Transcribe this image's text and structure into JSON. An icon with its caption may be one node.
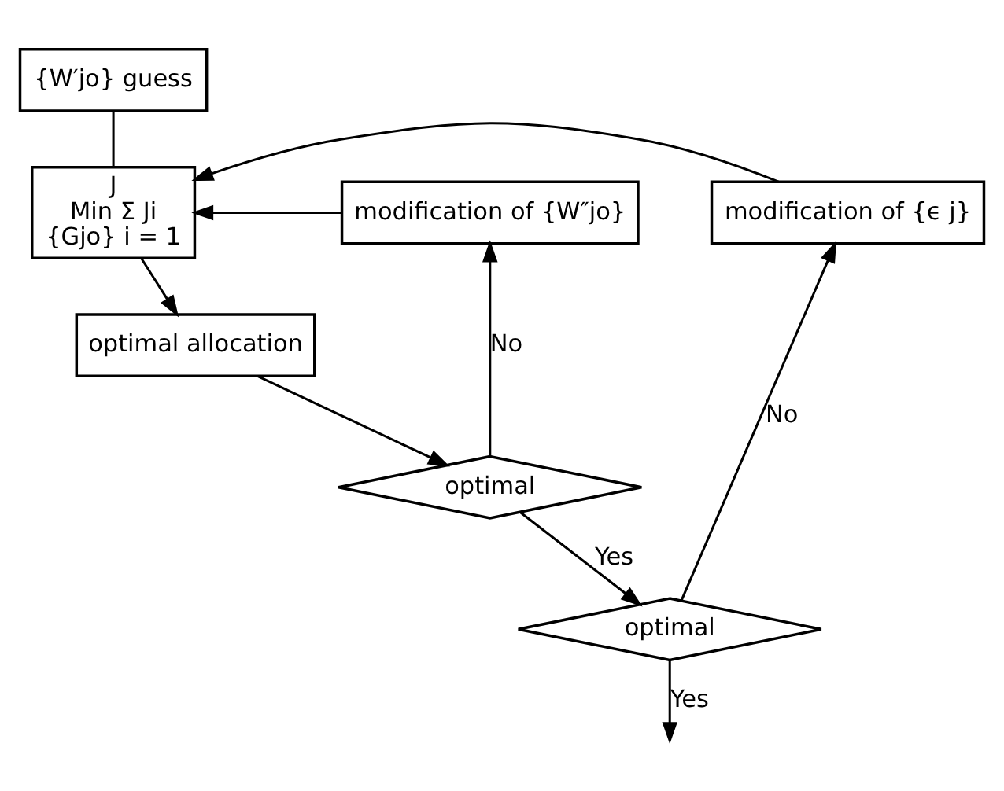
{
  "diagram": {
    "nodes": [
      {
        "text": [
          "{W′jo} guess"
        ]
      },
      {
        "text": [
          "J",
          "Min Σ Ji",
          "{Gjo} i = 1"
        ]
      },
      {
        "text": [
          "modification of {W″jo}"
        ]
      },
      {
        "text": [
          "modification of {ϵ j}"
        ]
      },
      {
        "text": [
          "optimal allocation"
        ]
      },
      {
        "text": [
          "optimal"
        ]
      },
      {
        "text": [
          "optimal"
        ]
      }
    ],
    "edges": [
      {
        "from": 0,
        "to": 1,
        "arrow": "none"
      },
      {
        "from": 2,
        "to": 1,
        "arrow": "to"
      },
      {
        "from": 3,
        "to": 1,
        "arrow": "to"
      },
      {
        "from": 1,
        "to": 4,
        "arrow": "to"
      },
      {
        "from": 4,
        "to": 5,
        "arrow": "to"
      },
      {
        "from": 5,
        "to": 2,
        "label": "No",
        "arrow": "to"
      },
      {
        "from": 5,
        "to": 6,
        "label": "Yes",
        "arrow": "to"
      },
      {
        "from": 6,
        "to": 3,
        "label": "No",
        "arrow": "to"
      },
      {
        "from": 6,
        "to": null,
        "label": "Yes",
        "arrow": "to"
      }
    ]
  }
}
